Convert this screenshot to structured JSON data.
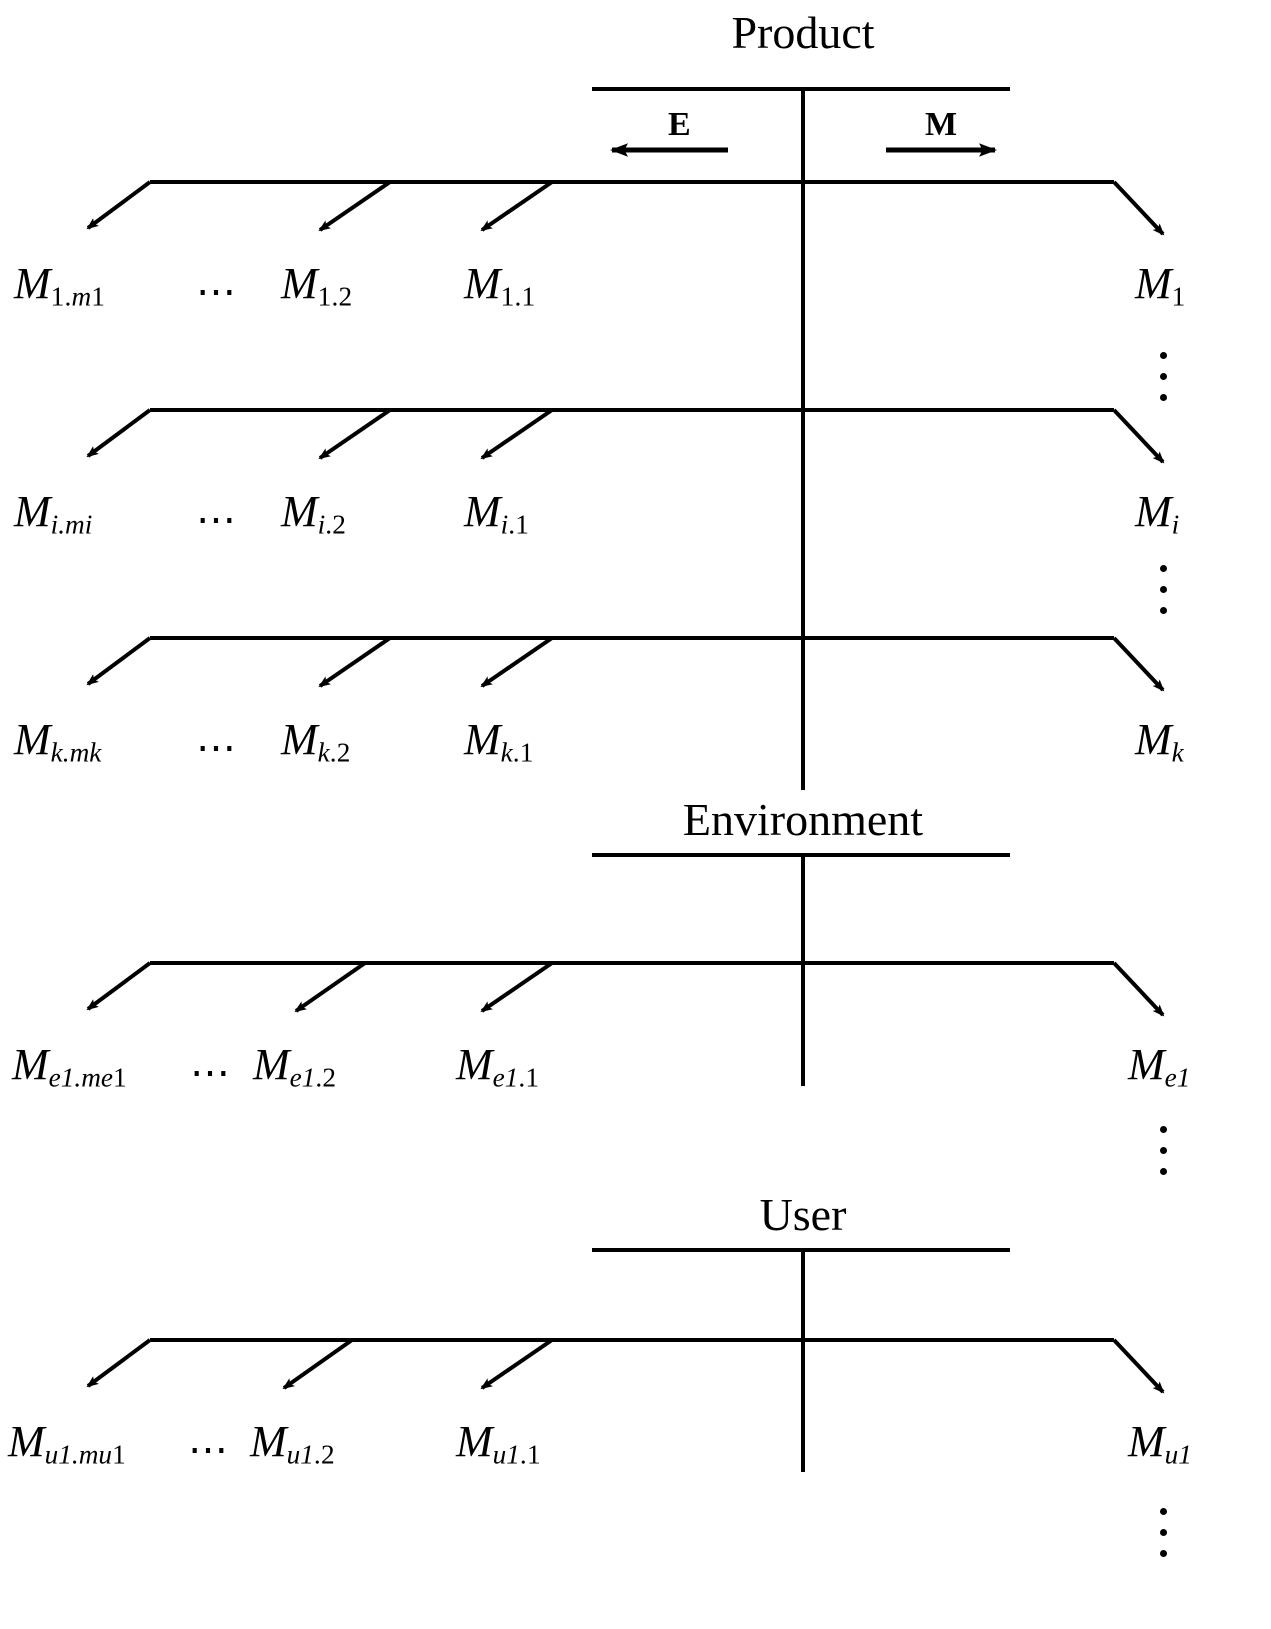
{
  "diagram": {
    "title_product": "Product",
    "title_environment": "Environment",
    "title_user": "User",
    "flow_left_label": "E",
    "flow_right_label": "M",
    "horizontal_ellipsis": "⋯",
    "stroke_color": "#000000",
    "background_color": "#ffffff"
  },
  "sections": [
    {
      "name": "product",
      "title": "Product",
      "rows": [
        {
          "right_node": {
            "base": "M",
            "sub": "1"
          },
          "left_nodes": [
            {
              "base": "M",
              "sub": "1.1"
            },
            {
              "base": "M",
              "sub": "1.2"
            },
            {
              "base": "M",
              "sub": "1.m1"
            }
          ]
        },
        {
          "right_node": {
            "base": "M",
            "sub": "i"
          },
          "left_nodes": [
            {
              "base": "M",
              "sub": "i.1"
            },
            {
              "base": "M",
              "sub": "i.2"
            },
            {
              "base": "M",
              "sub": "i.mi"
            }
          ]
        },
        {
          "right_node": {
            "base": "M",
            "sub": "k"
          },
          "left_nodes": [
            {
              "base": "M",
              "sub": "k.1"
            },
            {
              "base": "M",
              "sub": "k.2"
            },
            {
              "base": "M",
              "sub": "k.mk"
            }
          ]
        }
      ]
    },
    {
      "name": "environment",
      "title": "Environment",
      "rows": [
        {
          "right_node": {
            "base": "M",
            "sub": "e1"
          },
          "left_nodes": [
            {
              "base": "M",
              "sub": "e1.1"
            },
            {
              "base": "M",
              "sub": "e1.2"
            },
            {
              "base": "M",
              "sub": "e1.me1"
            }
          ]
        }
      ]
    },
    {
      "name": "user",
      "title": "User",
      "rows": [
        {
          "right_node": {
            "base": "M",
            "sub": "u1"
          },
          "left_nodes": [
            {
              "base": "M",
              "sub": "u1.1"
            },
            {
              "base": "M",
              "sub": "u1.2"
            },
            {
              "base": "M",
              "sub": "u1.mu1"
            }
          ]
        }
      ]
    }
  ],
  "nodes": {
    "p1_right": {
      "base": "M",
      "sub": "1"
    },
    "p1_a": {
      "base": "M",
      "sub": "1.1"
    },
    "p1_b": {
      "base": "M",
      "sub": "1.2"
    },
    "p1_c": {
      "base": "M",
      "sub": "1.",
      "sub_it": "m",
      "sub_tail": "1"
    },
    "pi_right": {
      "base": "M",
      "sub_it": "i"
    },
    "pi_a": {
      "base": "M",
      "sub_it": "i",
      "sub": ".1"
    },
    "pi_b": {
      "base": "M",
      "sub_it": "i",
      "sub": ".2"
    },
    "pi_c": {
      "base": "M",
      "sub_it": "i.mi"
    },
    "pk_right": {
      "base": "M",
      "sub_it": "k"
    },
    "pk_a": {
      "base": "M",
      "sub_it": "k",
      "sub": ".1"
    },
    "pk_b": {
      "base": "M",
      "sub_it": "k",
      "sub": ".2"
    },
    "pk_c": {
      "base": "M",
      "sub_it": "k.mk"
    },
    "e1_right": {
      "base": "M",
      "sub_it": "e1"
    },
    "e1_a": {
      "base": "M",
      "sub_it": "e1",
      "sub": ".1"
    },
    "e1_b": {
      "base": "M",
      "sub_it": "e1",
      "sub": ".2"
    },
    "e1_c": {
      "base": "M",
      "sub_it": "e1.me",
      "sub": "1"
    },
    "u1_right": {
      "base": "M",
      "sub_it": "u1"
    },
    "u1_a": {
      "base": "M",
      "sub_it": "u1",
      "sub": ".1"
    },
    "u1_b": {
      "base": "M",
      "sub_it": "u1",
      "sub": ".2"
    },
    "u1_c": {
      "base": "M",
      "sub_it": "u1.mu",
      "sub": "1"
    }
  },
  "labels": {
    "m1_full": "M1.m1",
    "m12_full": "M1.2",
    "m11_full": "M1.1",
    "m1": "M1",
    "mi_m": "Mi.mi",
    "mi2": "Mi.2",
    "mi1": "Mi.1",
    "mi": "Mi",
    "mk_m": "Mk.mk",
    "mk2": "Mk.2",
    "mk1": "Mk.1",
    "mk": "Mk",
    "me1_m": "Me1.me1",
    "me12": "Me1.2",
    "me11": "Me1.1",
    "me1": "Me1",
    "mu1_m": "Mu1.mu1",
    "mu12": "Mu1.2",
    "mu11": "Mu1.1",
    "mu1": "Mu1"
  }
}
